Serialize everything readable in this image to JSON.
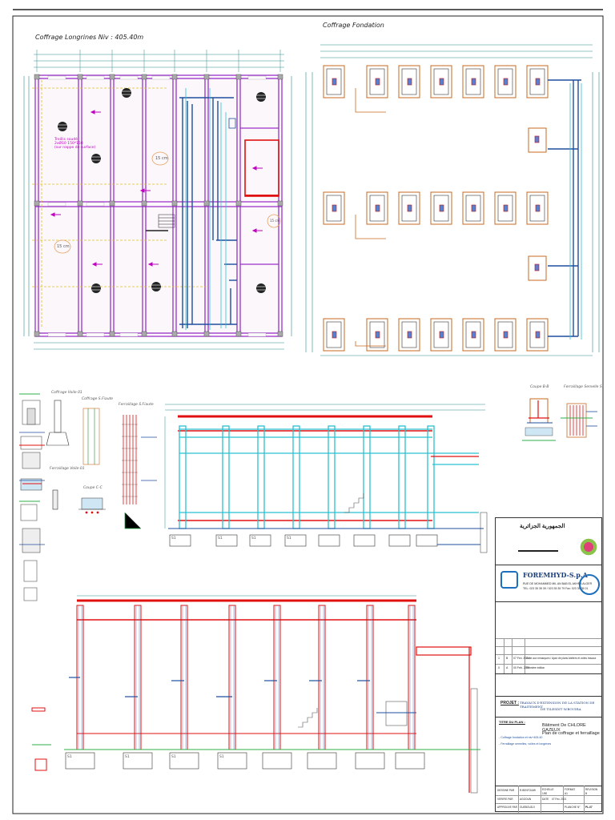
{
  "drawing": {
    "plan_left_title": "Coffrage Longrines Niv : 405.40m",
    "plan_right_title": "Coffrage Fondation",
    "dim_label_a": "15 cm",
    "dim_label_b": "15 cm",
    "dim_label_c": "15 cm",
    "slab_note_line1": "Treillis soudé",
    "slab_note_line2": "2xØ10 150*150",
    "slab_note_line3": "(sur nappe de surface)",
    "detail_titles": [
      "Coffrage Voile 01",
      "Coffrage S.Fiaute",
      "Ferraillage S.Fiaute",
      "Coupe C-C",
      "Coupe B-B",
      "Ferraillage Semelle S1",
      "Ferraillage Voile-01"
    ],
    "semelle_labels": [
      "S1",
      "S1",
      "S1",
      "S1",
      "S1",
      "S1",
      "S1",
      "S1"
    ],
    "colors": {
      "magenta": "#c000c0",
      "purple": "#7030a0",
      "blue": "#1f4e9e",
      "cyan": "#2bc0d0",
      "red": "#e01010",
      "orange": "#c86a20",
      "gray": "#888888"
    }
  },
  "titleblock": {
    "arabic_header": "الجمهورية الجزائرية",
    "company_name": "FOREMHYD-S.p.A",
    "company_addr1": "RUE DE MOHAMMED MIL AN BAB EL AKHRA ALGER",
    "company_addr2": "TEL: 023 35 35 39 / 023 35 35 79 Fax: 023 35 35 01",
    "rev_rows": [
      {
        "num": "1",
        "ind": "B",
        "date": "07 Fev. 2021",
        "desc": "Suite aux remarques / Ajout de plans Ateliers et voiles travaux"
      },
      {
        "num": "0",
        "ind": "A",
        "date": "00 Feb. 2021",
        "desc": "Première édition"
      }
    ],
    "projet_label": "PROJET :",
    "projet_text1": "TRAVAUX D'EXTENSION DE LA STATION DE TRAITEMENT",
    "projet_text2": "DE TILESDIT W.BOUIRA",
    "plan_label": "TITRE DU PLAN :",
    "plan_title1": "Bâtiment De CHLORE GAZEUX",
    "plan_title2": "Plan de coffrage et ferraillage",
    "contents1": "- Coffrage fondation et niv+405.40",
    "contents2": "- Ferraillage semelles, voiles et longrines",
    "foot_labels": [
      "DESSINE PAR",
      "VERIFIE PAR",
      "APPROUVE PAR"
    ],
    "foot_vals": [
      "R.BENTOUMI",
      "AGGOUN",
      "GUEBOUDJI"
    ],
    "scale_label": "ECHELLE",
    "scale_val": "1/50",
    "format_label": "FORMAT",
    "format_val": "A1",
    "rev_label": "REVISION",
    "rev_val": "B",
    "date_label": "DATE",
    "date_val": "07 Fev. 2021",
    "sheet_label": "PLANCHE N°",
    "sheet_val": "PL-07"
  }
}
